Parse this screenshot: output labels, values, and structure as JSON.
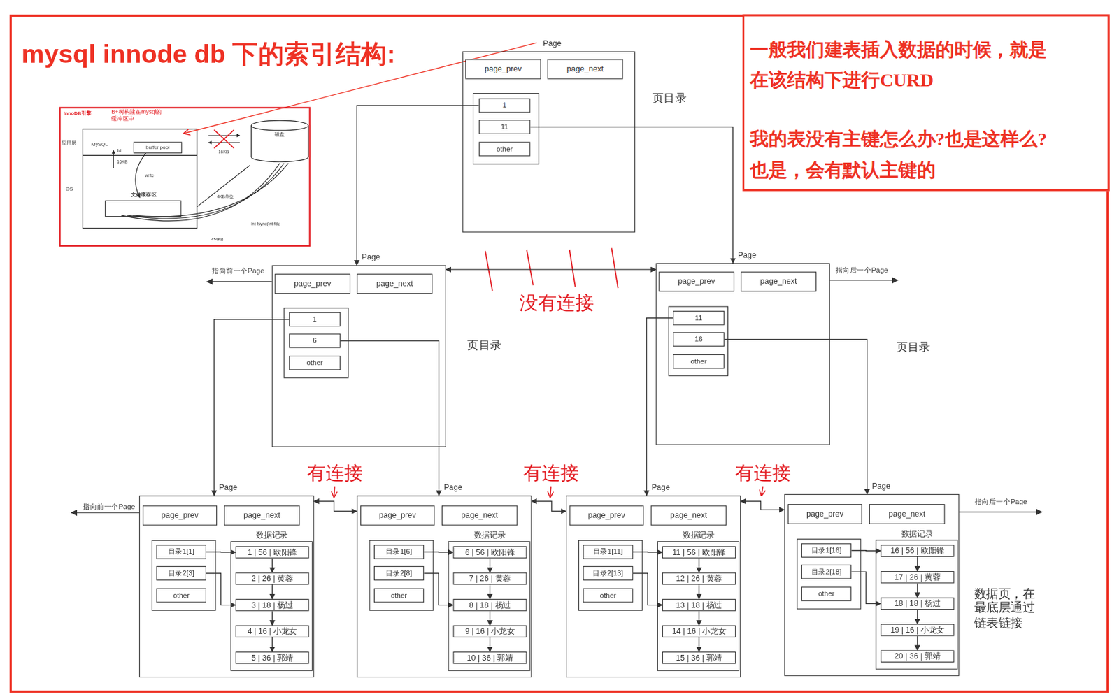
{
  "diagram": {
    "title": "mysql innode db 下的索引结构:",
    "nodes": [
      {
        "text": [
          "InnoDB引擎"
        ]
      },
      {
        "text": [
          "buffer pool"
        ],
        "in": 0
      },
      {
        "text": [
          "文件缓存区"
        ],
        "in": 0
      },
      {
        "text": [
          "磁盘"
        ],
        "in": 0
      },
      {
        "text": [
          "Page",
          "页目录"
        ]
      },
      {
        "text": [
          "page_prev"
        ],
        "in": 4
      },
      {
        "text": [
          "page_next"
        ],
        "in": 4
      },
      {
        "text": [
          "1"
        ],
        "in": 4
      },
      {
        "text": [
          "11"
        ],
        "in": 4
      },
      {
        "text": [
          "other"
        ],
        "in": 4
      },
      {
        "text": [
          "一般我们建表插入数据的时候，就是在该结构下进行CURD",
          "我的表没有主键怎么办?也是这样么?也是，会有默认主键的"
        ]
      },
      {
        "text": [
          "Page"
        ]
      },
      {
        "text": [
          "page_prev"
        ],
        "in": 11
      },
      {
        "text": [
          "page_next"
        ],
        "in": 11
      },
      {
        "text": [
          "1"
        ],
        "in": 11
      },
      {
        "text": [
          "6"
        ],
        "in": 11
      },
      {
        "text": [
          "other"
        ],
        "in": 11
      },
      {
        "text": [
          "Page"
        ]
      },
      {
        "text": [
          "page_prev"
        ],
        "in": 17
      },
      {
        "text": [
          "page_next"
        ],
        "in": 17
      },
      {
        "text": [
          "11"
        ],
        "in": 17
      },
      {
        "text": [
          "16"
        ],
        "in": 17
      },
      {
        "text": [
          "other"
        ],
        "in": 17
      },
      {
        "text": [
          "Page"
        ]
      },
      {
        "text": [
          "page_prev"
        ],
        "in": 23
      },
      {
        "text": [
          "page_next"
        ],
        "in": 23
      },
      {
        "text": [
          "目录1[1]"
        ],
        "in": 23
      },
      {
        "text": [
          "目录2[3]"
        ],
        "in": 23
      },
      {
        "text": [
          "other"
        ],
        "in": 23
      },
      {
        "text": [
          "数据记录"
        ],
        "in": 23
      },
      {
        "text": [
          "1 | 56 | 欧阳锋"
        ],
        "in": 29
      },
      {
        "text": [
          "2 | 26 | 黄蓉"
        ],
        "in": 29
      },
      {
        "text": [
          "3 | 18 | 杨过"
        ],
        "in": 29
      },
      {
        "text": [
          "4 | 16 | 小龙女"
        ],
        "in": 29
      },
      {
        "text": [
          "5 | 36 | 郭靖"
        ],
        "in": 29
      },
      {
        "text": [
          "Page"
        ]
      },
      {
        "text": [
          "page_prev"
        ],
        "in": 35
      },
      {
        "text": [
          "page_next"
        ],
        "in": 35
      },
      {
        "text": [
          "目录1[6]"
        ],
        "in": 35
      },
      {
        "text": [
          "目录2[8]"
        ],
        "in": 35
      },
      {
        "text": [
          "other"
        ],
        "in": 35
      },
      {
        "text": [
          "数据记录"
        ],
        "in": 35
      },
      {
        "text": [
          "6 | 56 | 欧阳锋"
        ],
        "in": 41
      },
      {
        "text": [
          "7 | 26 | 黄蓉"
        ],
        "in": 41
      },
      {
        "text": [
          "8 | 18 | 杨过"
        ],
        "in": 41
      },
      {
        "text": [
          "9 | 16 | 小龙女"
        ],
        "in": 41
      },
      {
        "text": [
          "10 | 36 | 郭靖"
        ],
        "in": 41
      },
      {
        "text": [
          "Page"
        ]
      },
      {
        "text": [
          "page_prev"
        ],
        "in": 47
      },
      {
        "text": [
          "page_next"
        ],
        "in": 47
      },
      {
        "text": [
          "目录1[11]"
        ],
        "in": 47
      },
      {
        "text": [
          "目录2[13]"
        ],
        "in": 47
      },
      {
        "text": [
          "other"
        ],
        "in": 47
      },
      {
        "text": [
          "数据记录"
        ],
        "in": 47
      },
      {
        "text": [
          "11 | 56 | 欧阳锋"
        ],
        "in": 53
      },
      {
        "text": [
          "12 | 26 | 黄蓉"
        ],
        "in": 53
      },
      {
        "text": [
          "13 | 18 | 杨过"
        ],
        "in": 53
      },
      {
        "text": [
          "14 | 16 | 小龙女"
        ],
        "in": 53
      },
      {
        "text": [
          "15 | 36 | 郭靖"
        ],
        "in": 53
      },
      {
        "text": [
          "Page"
        ]
      },
      {
        "text": [
          "page_prev"
        ],
        "in": 59
      },
      {
        "text": [
          "page_next"
        ],
        "in": 59
      },
      {
        "text": [
          "目录1[16]"
        ],
        "in": 59
      },
      {
        "text": [
          "目录2[18]"
        ],
        "in": 59
      },
      {
        "text": [
          "other"
        ],
        "in": 59
      },
      {
        "text": [
          "数据记录"
        ],
        "in": 59
      },
      {
        "text": [
          "16 | 56 | 欧阳锋"
        ],
        "in": 65
      },
      {
        "text": [
          "17 | 26 | 黄蓉"
        ],
        "in": 65
      },
      {
        "text": [
          "18 | 18 | 杨过"
        ],
        "in": 65
      },
      {
        "text": [
          "19 | 16 | 小龙女"
        ],
        "in": 65
      },
      {
        "text": [
          "20 | 36 | 郭靖"
        ],
        "in": 65
      }
    ],
    "edges": [
      {
        "from": 7,
        "to": 11,
        "arrow": "to"
      },
      {
        "from": 8,
        "to": 17,
        "arrow": "to"
      },
      {
        "from": 11,
        "to": 17,
        "arrow": "both"
      },
      {
        "from": 14,
        "to": 23,
        "arrow": "to"
      },
      {
        "from": 15,
        "to": 35,
        "arrow": "to"
      },
      {
        "from": 20,
        "to": 47,
        "arrow": "to"
      },
      {
        "from": 21,
        "to": 59,
        "arrow": "to"
      },
      {
        "from": 23,
        "to": 35,
        "arrow": "both"
      },
      {
        "from": 35,
        "to": 47,
        "arrow": "both"
      },
      {
        "from": 47,
        "to": 59,
        "arrow": "both"
      },
      {
        "from": 26,
        "to": 30,
        "arrow": "to"
      },
      {
        "from": 27,
        "to": 32,
        "arrow": "to"
      },
      {
        "from": 30,
        "to": 31,
        "arrow": "to"
      },
      {
        "from": 31,
        "to": 32,
        "arrow": "to"
      },
      {
        "from": 32,
        "to": 33,
        "arrow": "to"
      },
      {
        "from": 33,
        "to": 34,
        "arrow": "to"
      },
      {
        "from": 38,
        "to": 42,
        "arrow": "to"
      },
      {
        "from": 39,
        "to": 44,
        "arrow": "to"
      },
      {
        "from": 42,
        "to": 43,
        "arrow": "to"
      },
      {
        "from": 43,
        "to": 44,
        "arrow": "to"
      },
      {
        "from": 44,
        "to": 45,
        "arrow": "to"
      },
      {
        "from": 45,
        "to": 46,
        "arrow": "to"
      },
      {
        "from": 50,
        "to": 54,
        "arrow": "to"
      },
      {
        "from": 51,
        "to": 56,
        "arrow": "to"
      },
      {
        "from": 54,
        "to": 55,
        "arrow": "to"
      },
      {
        "from": 55,
        "to": 56,
        "arrow": "to"
      },
      {
        "from": 56,
        "to": 57,
        "arrow": "to"
      },
      {
        "from": 57,
        "to": 58,
        "arrow": "to"
      },
      {
        "from": 62,
        "to": 66,
        "arrow": "to"
      },
      {
        "from": 63,
        "to": 68,
        "arrow": "to"
      },
      {
        "from": 66,
        "to": 67,
        "arrow": "to"
      },
      {
        "from": 67,
        "to": 68,
        "arrow": "to"
      },
      {
        "from": 68,
        "to": 69,
        "arrow": "to"
      },
      {
        "from": 69,
        "to": 70,
        "arrow": "to"
      }
    ],
    "labels": [
      "应用层",
      "MySQL",
      "fd",
      "16KB",
      "write",
      "OS",
      "16KB",
      "4KB单位",
      "int fsync(int fd);",
      "4*4KB",
      "B+树构建在mysql的缓冲区中",
      "指向前一个Page",
      "页目录",
      "没有连接",
      "页目录",
      "指向后一个Page",
      "有连接",
      "有连接",
      "有连接",
      "指向前一个Page",
      "指向后一个Page",
      "数据页，在最底层通过链表链接"
    ]
  }
}
